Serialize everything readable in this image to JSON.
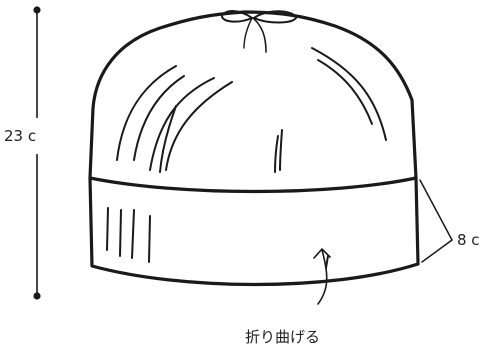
{
  "colors": {
    "line": "#1a1a1a",
    "background": "#ffffff"
  },
  "dimensions": {
    "height_label": "23 c",
    "brim_label": "8 c"
  },
  "annotations": {
    "fold_label": "折り曲げる"
  }
}
